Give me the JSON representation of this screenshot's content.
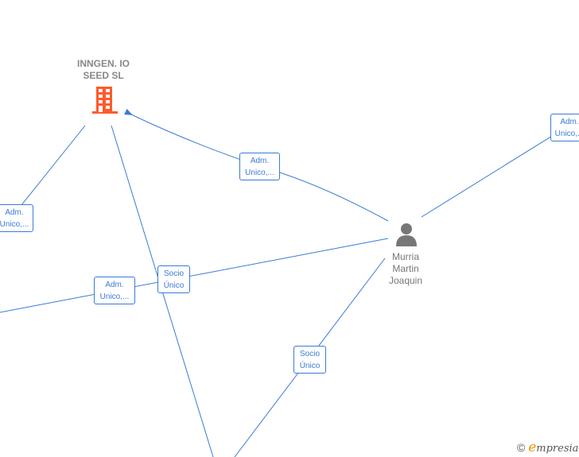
{
  "nodes": {
    "company": {
      "name_line1": "INNGEN. IO",
      "name_line2": "SEED  SL",
      "icon": "building-icon",
      "color": "#ff5a2c"
    },
    "person": {
      "name_line1": "Murria",
      "name_line2": "Martin",
      "name_line3": "Joaquin",
      "icon": "person-icon",
      "color": "#777777"
    }
  },
  "edge_labels": [
    {
      "line1": "Adm.",
      "line2": "Unico,..."
    },
    {
      "line1": "Adm.",
      "line2": "Unico,..."
    },
    {
      "line1": "Adm.",
      "line2": "Unico,..."
    },
    {
      "line1": "Adm.",
      "line2": "Unico,..."
    },
    {
      "line1": "Socio",
      "line2": "Único"
    },
    {
      "line1": "Socio",
      "line2": "Único"
    }
  ],
  "edge_color": "#3a7bd5",
  "footer": {
    "copyright": "©",
    "brand_initial": "e",
    "brand_rest": "mpresia"
  }
}
